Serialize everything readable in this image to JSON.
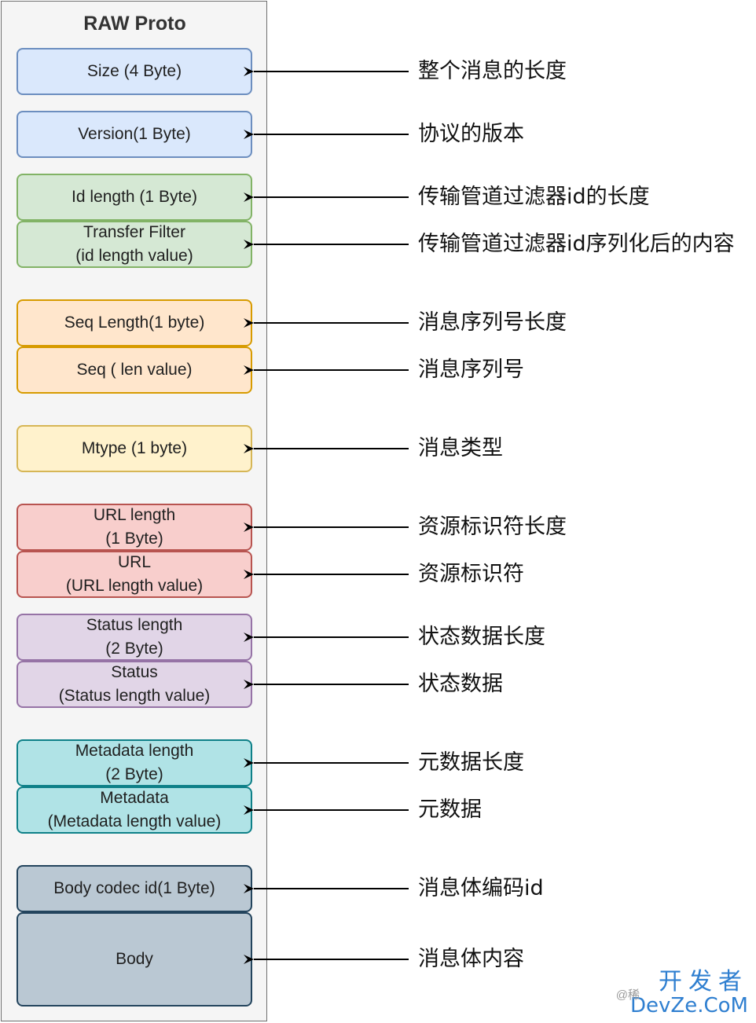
{
  "title": "RAW Proto",
  "fields": [
    {
      "lines": [
        "Size (4 Byte)"
      ],
      "desc": "整个消息的长度",
      "fill": "#dae8fc",
      "stroke": "#6c8ebf"
    },
    {
      "lines": [
        "Version(1 Byte)"
      ],
      "desc": "协议的版本",
      "fill": "#dae8fc",
      "stroke": "#6c8ebf"
    },
    {
      "lines": [
        "Id length (1 Byte)"
      ],
      "desc": "传输管道过滤器id的长度",
      "fill": "#d5e8d4",
      "stroke": "#82b366"
    },
    {
      "lines": [
        "Transfer Filter",
        "(id length value)"
      ],
      "desc": "传输管道过滤器id序列化后的内容",
      "fill": "#d5e8d4",
      "stroke": "#82b366"
    },
    {
      "lines": [
        "Seq Length(1 byte)"
      ],
      "desc": "消息序列号长度",
      "fill": "#ffe6cc",
      "stroke": "#d79b00"
    },
    {
      "lines": [
        "Seq ( len value)"
      ],
      "desc": "消息序列号",
      "fill": "#ffe6cc",
      "stroke": "#d79b00"
    },
    {
      "lines": [
        "Mtype  (1 byte)"
      ],
      "desc": "消息类型",
      "fill": "#fff2cc",
      "stroke": "#d6b656"
    },
    {
      "lines": [
        "URL length",
        "(1 Byte)"
      ],
      "desc": "资源标识符长度",
      "fill": "#f8cecc",
      "stroke": "#b85450"
    },
    {
      "lines": [
        "URL",
        "(URL length value)"
      ],
      "desc": "资源标识符",
      "fill": "#f8cecc",
      "stroke": "#b85450"
    },
    {
      "lines": [
        "Status length",
        "(2 Byte)"
      ],
      "desc": "状态数据长度",
      "fill": "#e1d5e7",
      "stroke": "#9673a6"
    },
    {
      "lines": [
        "Status",
        "(Status  length value)"
      ],
      "desc": "状态数据",
      "fill": "#e1d5e7",
      "stroke": "#9673a6"
    },
    {
      "lines": [
        "Metadata length",
        "(2 Byte)"
      ],
      "desc": "元数据长度",
      "fill": "#b0e3e6",
      "stroke": "#0e8088"
    },
    {
      "lines": [
        "Metadata",
        "(Metadata  length value)"
      ],
      "desc": "元数据",
      "fill": "#b0e3e6",
      "stroke": "#0e8088"
    },
    {
      "lines": [
        "Body codec id(1 Byte)"
      ],
      "desc": "消息体编码id",
      "fill": "#bac8d3",
      "stroke": "#23445d"
    },
    {
      "lines": [
        "Body"
      ],
      "desc": "消息体内容",
      "fill": "#bac8d3",
      "stroke": "#23445d"
    }
  ],
  "watermark": {
    "prefix": "@稀",
    "cn": "开发者",
    "en": "DevZe.CoM"
  }
}
